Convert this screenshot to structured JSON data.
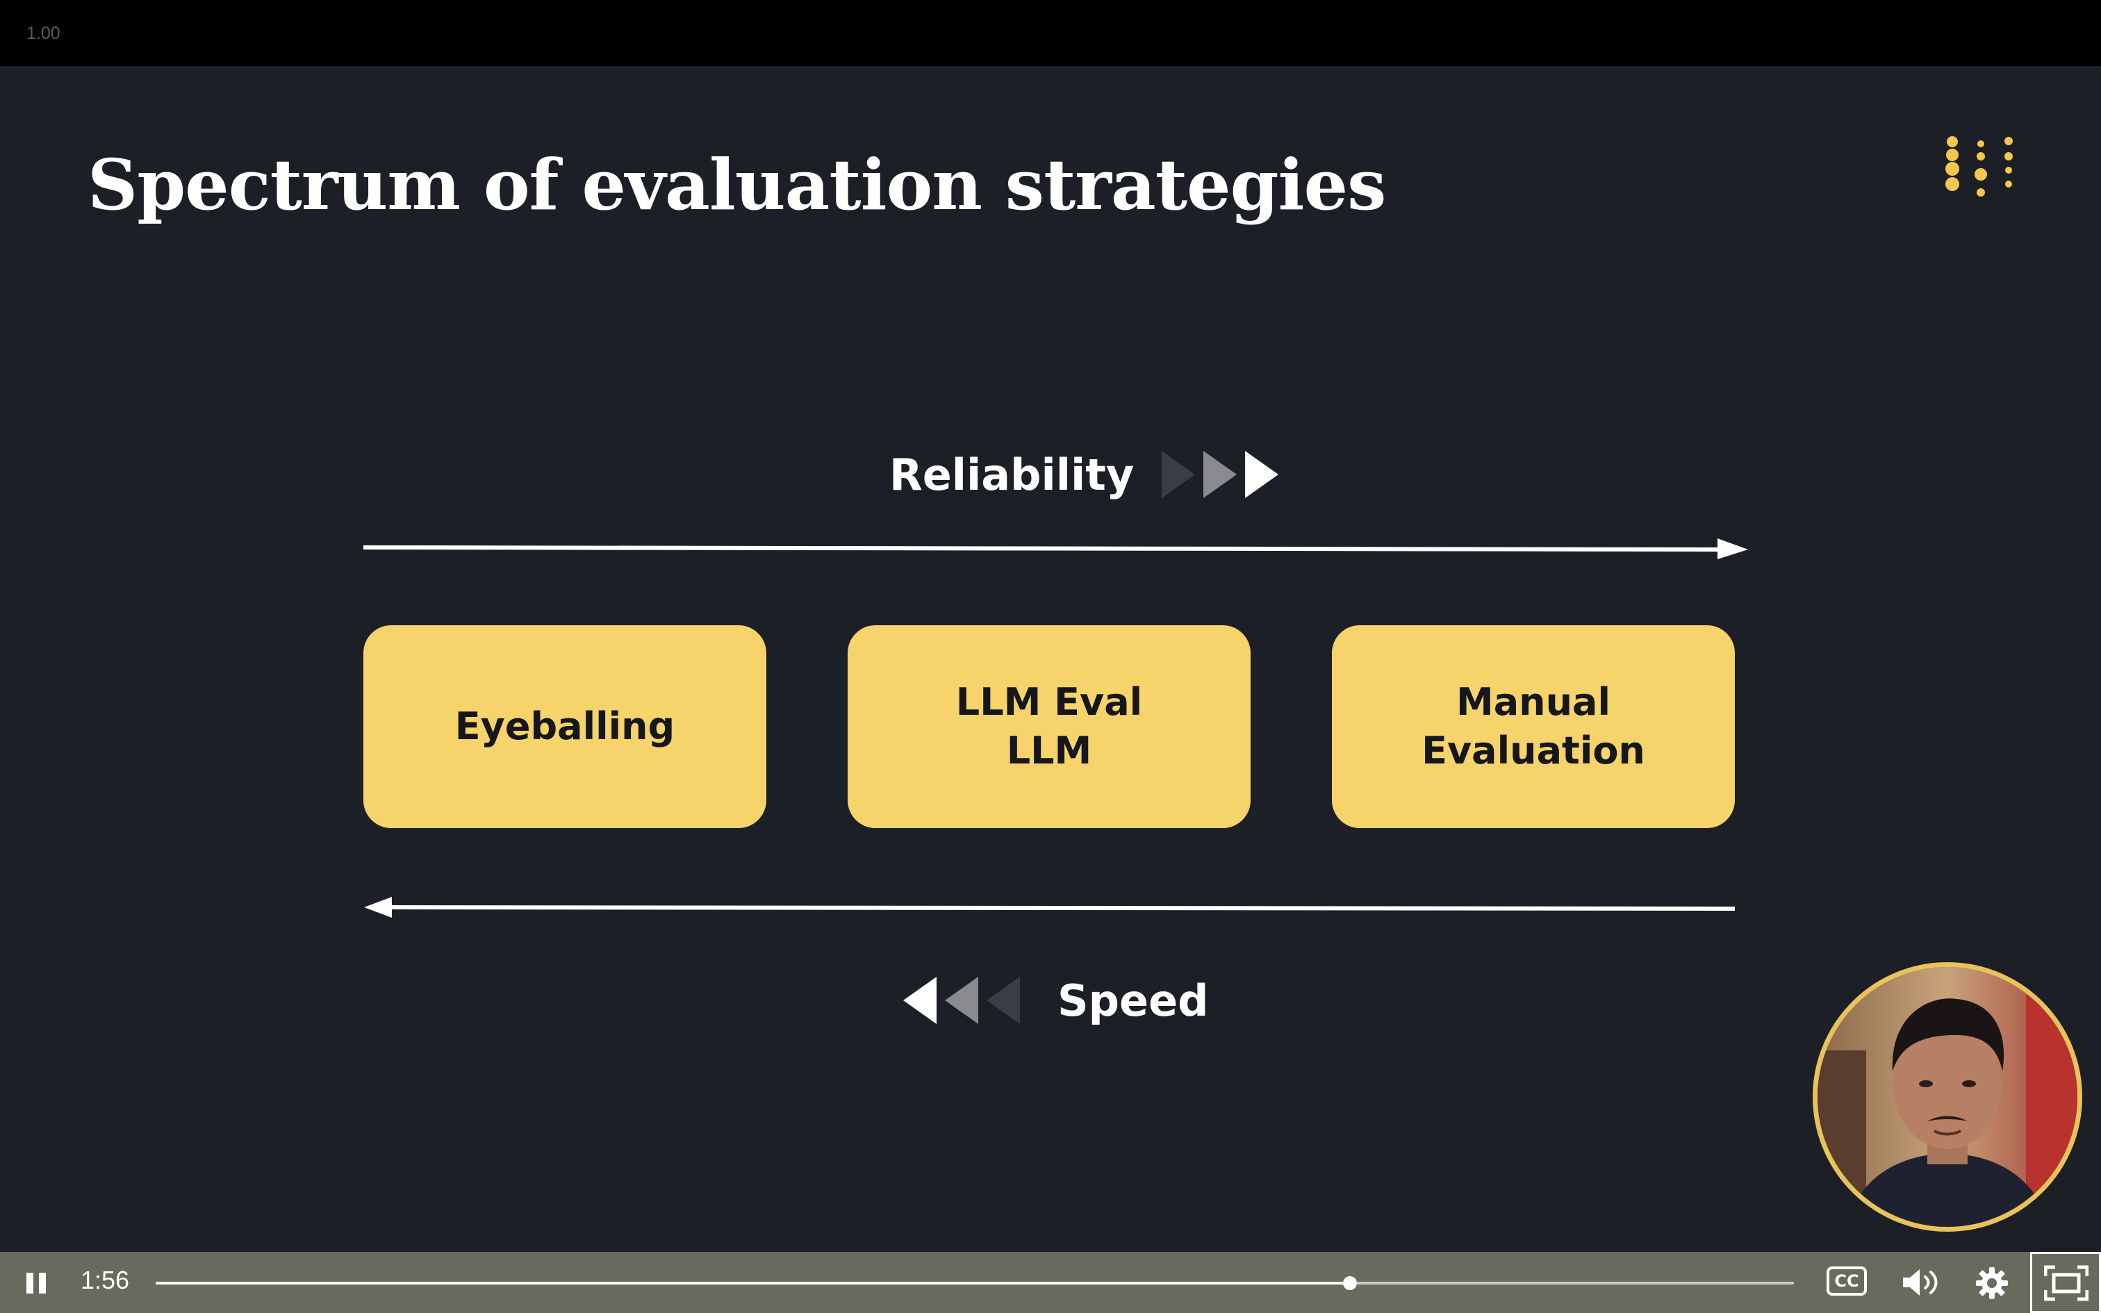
{
  "player": {
    "speed_label": "1.00",
    "current_time": "1:56",
    "progress_fraction": 0.729,
    "cc_label": "CC",
    "icons": {
      "play_pause": "pause-icon",
      "captions": "closed-captions-icon",
      "volume": "volume-icon",
      "settings": "gear-icon",
      "fullscreen": "fullscreen-icon"
    }
  },
  "slide": {
    "title": "Spectrum of evaluation strategies",
    "logo": "dots-logo-icon",
    "top_axis_label": "Reliability",
    "bottom_axis_label": "Speed",
    "boxes": [
      {
        "label": "Eyeballing"
      },
      {
        "label": "LLM Eval\nLLM"
      },
      {
        "label": "Manual\nEvaluation"
      }
    ],
    "colors": {
      "slide_background": "#1c1f26",
      "box_fill": "#f6d36b",
      "accent": "#f6c64f",
      "control_bar": "#686a5e"
    }
  },
  "presenter": {
    "webcam": "presenter-webcam"
  }
}
